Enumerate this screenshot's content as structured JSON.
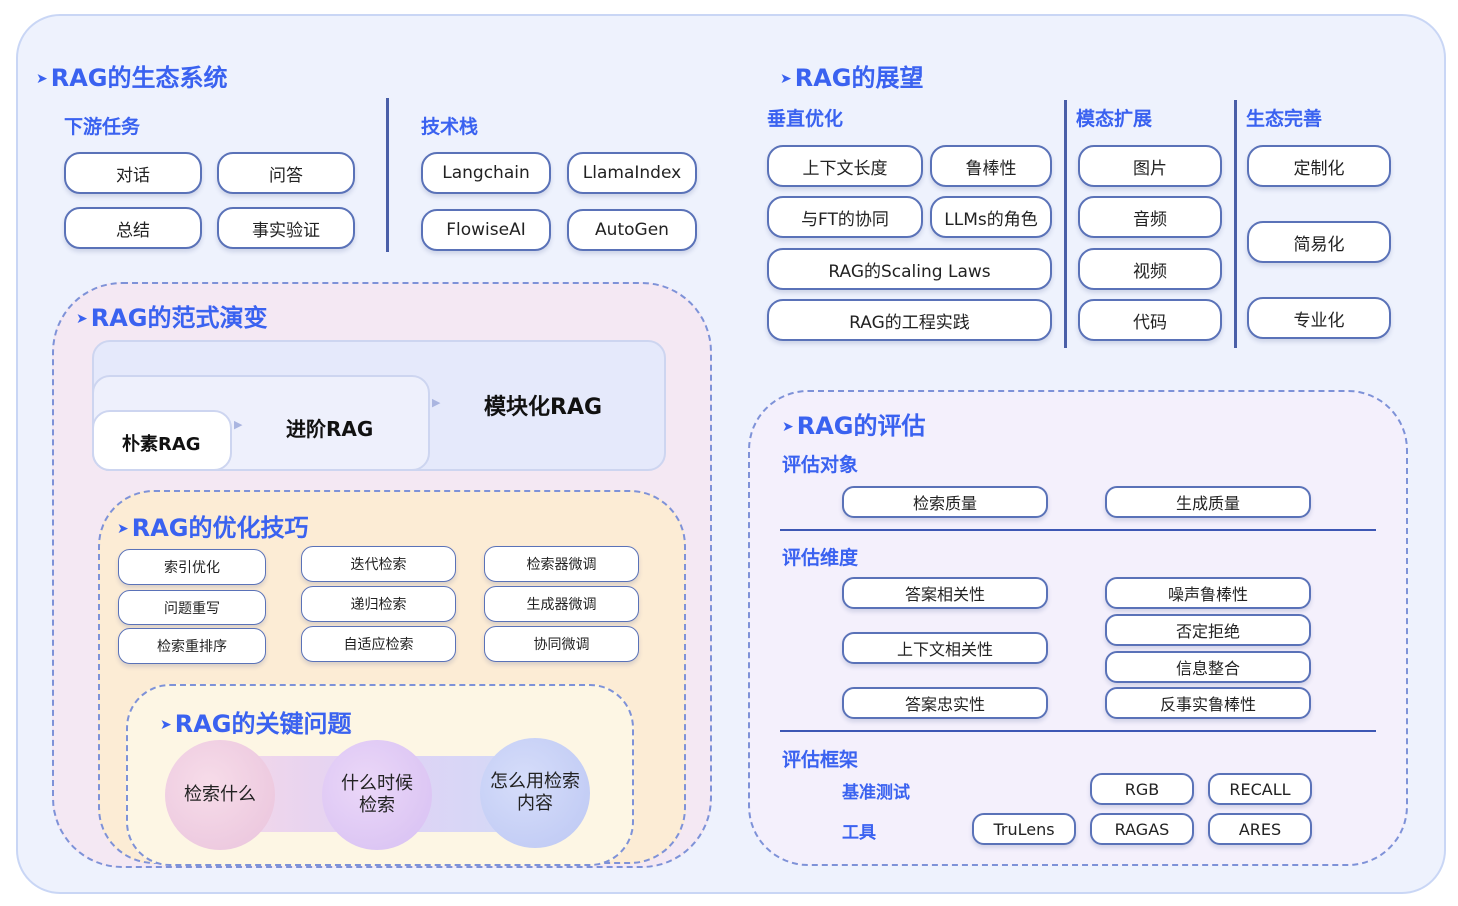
{
  "ecosystem": {
    "title": "RAG的生态系统",
    "downstream": {
      "title": "下游任务",
      "items": [
        "对话",
        "问答",
        "总结",
        "事实验证"
      ]
    },
    "techstack": {
      "title": "技术栈",
      "items": [
        "Langchain",
        "LlamaIndex",
        "FlowiseAI",
        "AutoGen"
      ]
    }
  },
  "outlook": {
    "title": "RAG的展望",
    "vertical": {
      "title": "垂直优化",
      "items": [
        "上下文长度",
        "鲁棒性",
        "与FT的协同",
        "LLMs的角色",
        "RAG的Scaling Laws",
        "RAG的工程实践"
      ]
    },
    "modal": {
      "title": "模态扩展",
      "items": [
        "图片",
        "音频",
        "视频",
        "代码"
      ]
    },
    "eco": {
      "title": "生态完善",
      "items": [
        "定制化",
        "简易化",
        "专业化"
      ]
    }
  },
  "paradigm": {
    "title": "RAG的范式演变",
    "stages": [
      "朴素RAG",
      "进阶RAG",
      "模块化RAG"
    ]
  },
  "optimization": {
    "title": "RAG的优化技巧",
    "items": [
      "索引优化",
      "问题重写",
      "检索重排序",
      "迭代检索",
      "递归检索",
      "自适应检索",
      "检索器微调",
      "生成器微调",
      "协同微调"
    ]
  },
  "keyissues": {
    "title": "RAG的关键问题",
    "items": [
      "检索什么",
      "什么时候\n检索",
      "怎么用检索\n内容"
    ]
  },
  "evaluation": {
    "title": "RAG的评估",
    "targets": {
      "title": "评估对象",
      "items": [
        "检索质量",
        "生成质量"
      ]
    },
    "dimensions": {
      "title": "评估维度",
      "items": [
        "答案相关性",
        "上下文相关性",
        "答案忠实性",
        "噪声鲁棒性",
        "否定拒绝",
        "信息整合",
        "反事实鲁棒性"
      ]
    },
    "frameworks": {
      "title": "评估框架",
      "benchmark_label": "基准测试",
      "benchmarks": [
        "RGB",
        "RECALL"
      ],
      "tools_label": "工具",
      "tools": [
        "TruLens",
        "RAGAS",
        "ARES"
      ]
    }
  },
  "colors": {
    "accent": "#3a62f0",
    "border": "#5a72b8"
  }
}
